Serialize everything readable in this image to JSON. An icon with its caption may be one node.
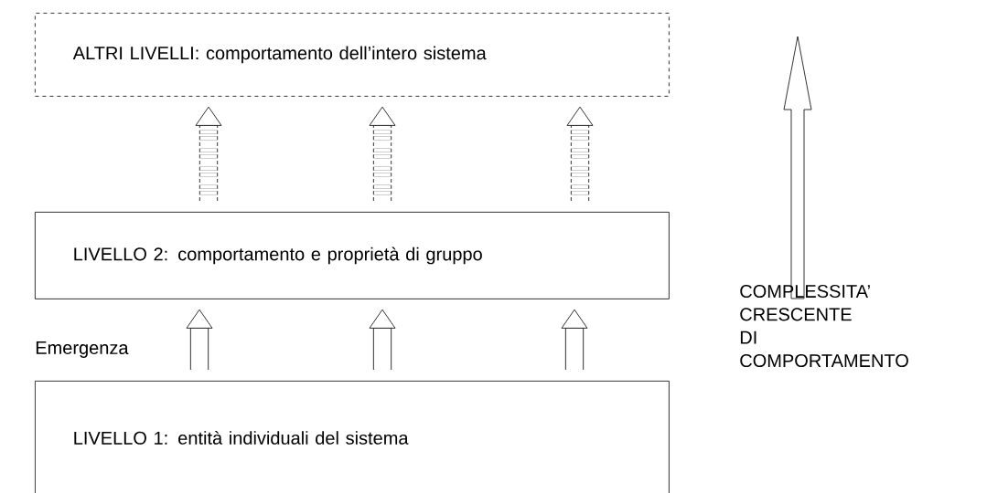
{
  "diagram": {
    "nodes": [
      {
        "text": [
          "ALTRI LIVELLI: comportamento dell’intero sistema"
        ]
      },
      {
        "text": [
          "LIVELLO 2: comportamento e proprietà di gruppo"
        ]
      },
      {
        "text": [
          "LIVELLO 1: entità individuali del sistema"
        ]
      }
    ],
    "edges": [
      {
        "from": 2,
        "to": 1,
        "arrow": "to"
      },
      {
        "from": 2,
        "to": 1,
        "arrow": "to"
      },
      {
        "from": 2,
        "to": 1,
        "arrow": "to"
      },
      {
        "from": 1,
        "to": 0,
        "arrow": "to",
        "style": "dashed"
      },
      {
        "from": 1,
        "to": 0,
        "arrow": "to",
        "style": "dashed"
      },
      {
        "from": 1,
        "to": 0,
        "arrow": "to",
        "style": "dashed"
      }
    ],
    "labels": [
      "Emergenza",
      "COMPLESSITA’ CRESCENTE DI COMPORTAMENTO"
    ]
  }
}
